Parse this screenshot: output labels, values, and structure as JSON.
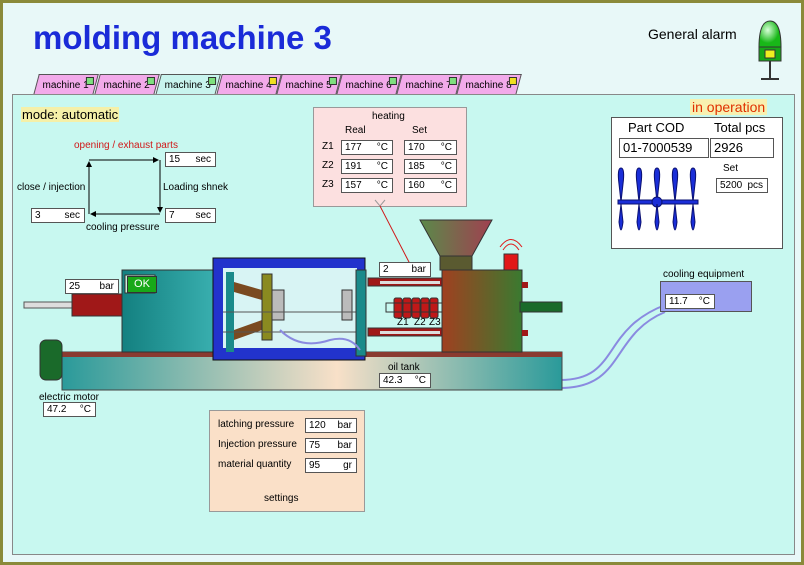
{
  "title": "molding machine 3",
  "general_alarm": "General alarm",
  "tabs": [
    {
      "label": "machine 1",
      "led": "#7ee07e"
    },
    {
      "label": "machine 2",
      "led": "#7ee07e"
    },
    {
      "label": "machine 3",
      "led": "#7ee07e",
      "active": true
    },
    {
      "label": "machine 4",
      "led": "#f0e020"
    },
    {
      "label": "machine 5",
      "led": "#7ee07e"
    },
    {
      "label": "machine 6",
      "led": "#7ee07e"
    },
    {
      "label": "machine 7",
      "led": "#7ee07e"
    },
    {
      "label": "machine 8",
      "led": "#f0e020"
    }
  ],
  "mode": "mode: automatic",
  "status": "in operation",
  "cycle": {
    "opening_label": "opening / exhaust parts",
    "opening_value": "15",
    "close_label": "close / injection",
    "close_value": "3",
    "loading_label": "Loading shnek",
    "cooling_label": "cooling pressure",
    "cooling_value": "7",
    "unit": "sec"
  },
  "heating": {
    "title": "heating",
    "col_real": "Real",
    "col_set": "Set",
    "unit": "°C",
    "zones": [
      {
        "name": "Z1",
        "real": "177",
        "set": "170"
      },
      {
        "name": "Z2",
        "real": "191",
        "set": "185"
      },
      {
        "name": "Z3",
        "real": "157",
        "set": "160"
      }
    ]
  },
  "parts": {
    "col_cod": "Part COD",
    "col_total": "Total pcs",
    "cod": "01-7000539",
    "total": "2926",
    "set_label": "Set",
    "set_value": "5200",
    "set_unit": "pcs"
  },
  "machine": {
    "pressure_value": "25",
    "pressure_unit": "bar",
    "ok_label": "OK",
    "nozzle_pressure_value": "2",
    "nozzle_pressure_unit": "bar",
    "zone_labels": [
      "Z1",
      "Z2",
      "Z3"
    ],
    "oil_tank_label": "oil tank",
    "oil_tank_value": "42.3",
    "oil_tank_unit": "°C",
    "motor_label": "electric motor",
    "motor_value": "47.2",
    "motor_unit": "°C",
    "cooling_label": "cooling equipment",
    "cooling_value": "11.7",
    "cooling_unit": "°C"
  },
  "settings": {
    "title": "settings",
    "rows": [
      {
        "label": "latching pressure",
        "value": "120",
        "unit": "bar"
      },
      {
        "label": "Injection pressure",
        "value": "75",
        "unit": "bar"
      },
      {
        "label": "material quantity",
        "value": "95",
        "unit": "gr"
      }
    ]
  },
  "colors": {
    "title": "#1a2bd8",
    "tab": "#f2aaea",
    "panel": "#c8f8f0",
    "status": "#e03000",
    "machine_body": "#1a8a8a",
    "mold": "#2233cc"
  }
}
